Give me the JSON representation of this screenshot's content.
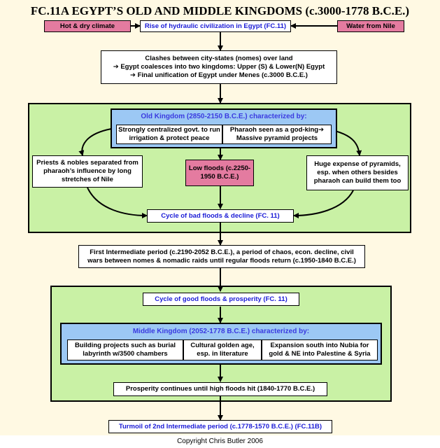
{
  "title": "FC.11A EGYPT’S OLD AND MIDDLE KINGDOMS (c.3000-1778 B.C.E.)",
  "top": {
    "left": "Hot & dry climate",
    "center": "Rise of hydraulic civilization in Egypt (FC.11)",
    "right": "Water from Nile"
  },
  "clashes": [
    "Clashes between city-states (nomes) over land",
    "➔ Egypt coalesces into two kingdoms: Upper (S) & Lower(N) Egypt",
    "➔ Final unification of Egypt under Menes (c.3000 B.C.E.)"
  ],
  "old_kingdom": {
    "title": "Old Kingdom (2850-2150 B.C.E.) characterized by:",
    "cells": [
      "Strongly centralized govt. to run irrigation & protect peace",
      "Pharaoh seen as a god-king➔ Massive pyramid projects"
    ],
    "left_note": "Priests & nobles separated from pharaoh’s influence by long stretches of Nile",
    "low_floods": "Low floods (c.2250-1950 B.C.E.)",
    "right_note": "Huge expense of pyramids, esp. when others besides pharaoh can build them too",
    "cycle": "Cycle of bad floods & decline (FC. 11)"
  },
  "first_intermediate": "First Intermediate period (c.2190-2052 B.C.E.), a period of chaos, econ. decline, civil wars between nomes & nomadic raids until regular floods return (c.1950-1840 B.C.E.)",
  "middle_kingdom": {
    "cycle": "Cycle of good floods & prosperity (FC. 11)",
    "title": "Middle Kingdom (2052-1778 B.C.E.) characterized by:",
    "cells": [
      "Building projects such as burial labyrinth w/3500 chambers",
      "Cultural golden age, esp. in literature",
      "Expansion south into Nubia for gold & NE into Palestine & Syria"
    ],
    "prosperity": "Prosperity continues until high floods hit (1840-1770 B.C.E.)"
  },
  "turmoil": "Turmoil of 2nd Intermediate period (c.1778-1570 B.C.E.) (FC.11B)",
  "footer": "Copyright Chris Butler 2006"
}
